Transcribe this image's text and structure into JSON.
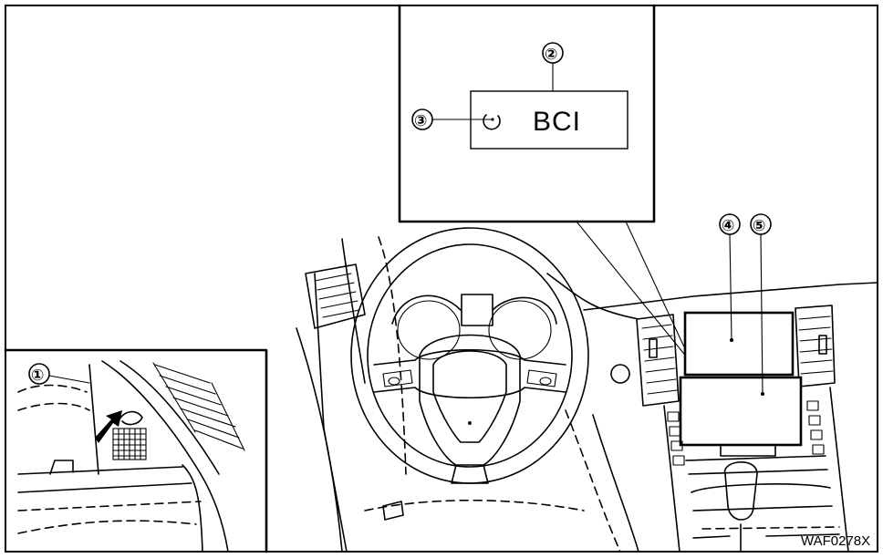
{
  "callouts": {
    "c1": "①",
    "c2": "②",
    "c3": "③",
    "c4": "④",
    "c5": "⑤"
  },
  "switch_label": "BCI",
  "figure_code": "WAF0278X",
  "colors": {
    "line": "#000000",
    "background": "#ffffff"
  },
  "icons": [
    "bci-indicator-ring-icon",
    "push-arrow-icon",
    "microphone-grille-icon"
  ]
}
